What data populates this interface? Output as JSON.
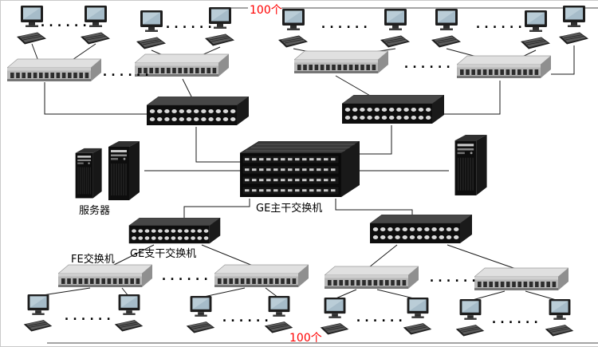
{
  "diagram": {
    "top_count": "100个",
    "bottom_count": "100个",
    "dots": "......",
    "labels": {
      "server": "服务器",
      "core_switch": "GE主干交换机",
      "branch_switch": "GE支干交换机",
      "fe_switch": "FE交换机"
    },
    "colors": {
      "count_accent": "#ff0000",
      "wire": "#1a1a1a",
      "background": "#ffffff"
    }
  }
}
